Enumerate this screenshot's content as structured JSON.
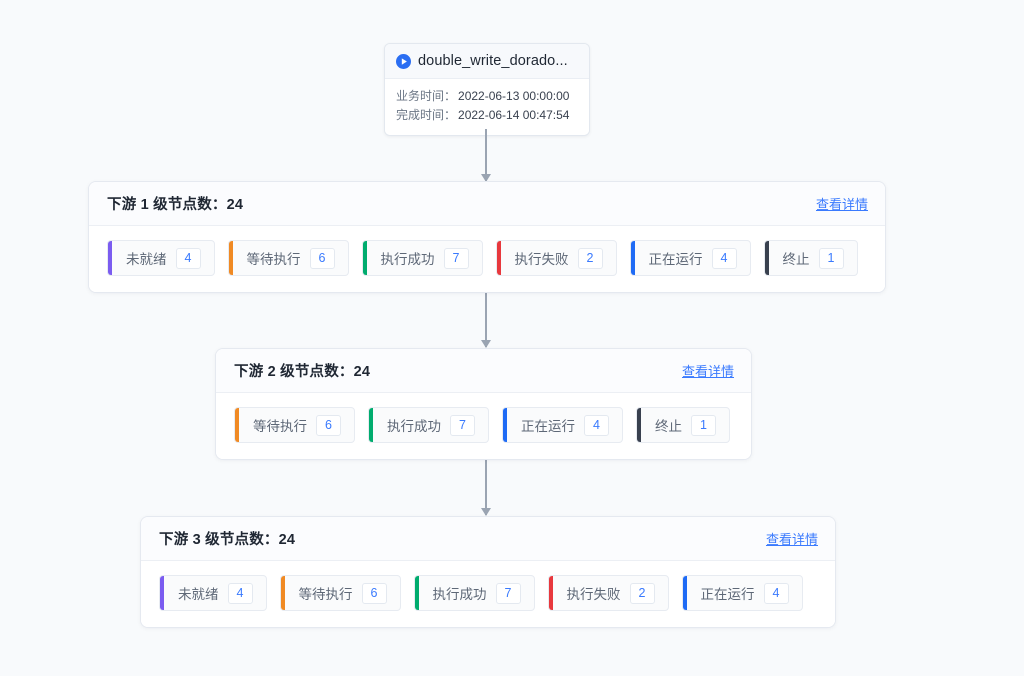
{
  "theme": {
    "page_background": "#f8fafc",
    "card_background": "#ffffff",
    "link_color": "#3a7afe",
    "count_color": "#3a7afe",
    "connector_color": "#9aa4b2"
  },
  "job_node": {
    "icon": "play-circle-icon",
    "title": "double_write_dorado...",
    "fields": [
      {
        "label": "业务时间：",
        "value": "2022-06-13 00:00:00"
      },
      {
        "label": "完成时间：",
        "value": "2022-06-14 00:47:54"
      }
    ]
  },
  "status_colors": {
    "not_ready": "#7b5cf0",
    "waiting": "#f08a24",
    "success": "#00ac6e",
    "failed": "#e8383d",
    "running": "#1f6bf5",
    "terminated": "#39414f"
  },
  "levels": [
    {
      "title": "下游 1 级节点数：24",
      "detail_link": "查看详情",
      "statuses": [
        {
          "name": "not_ready",
          "label": "未就绪",
          "count": "4",
          "color": "#7b5cf0"
        },
        {
          "name": "waiting",
          "label": "等待执行",
          "count": "6",
          "color": "#f08a24"
        },
        {
          "name": "success",
          "label": "执行成功",
          "count": "7",
          "color": "#00ac6e"
        },
        {
          "name": "failed",
          "label": "执行失败",
          "count": "2",
          "color": "#e8383d"
        },
        {
          "name": "running",
          "label": "正在运行",
          "count": "4",
          "color": "#1f6bf5"
        },
        {
          "name": "terminated",
          "label": "终止",
          "count": "1",
          "color": "#39414f"
        }
      ]
    },
    {
      "title": "下游 2 级节点数：24",
      "detail_link": "查看详情",
      "statuses": [
        {
          "name": "waiting",
          "label": "等待执行",
          "count": "6",
          "color": "#f08a24"
        },
        {
          "name": "success",
          "label": "执行成功",
          "count": "7",
          "color": "#00ac6e"
        },
        {
          "name": "running",
          "label": "正在运行",
          "count": "4",
          "color": "#1f6bf5"
        },
        {
          "name": "terminated",
          "label": "终止",
          "count": "1",
          "color": "#39414f"
        }
      ]
    },
    {
      "title": "下游 3 级节点数：24",
      "detail_link": "查看详情",
      "statuses": [
        {
          "name": "not_ready",
          "label": "未就绪",
          "count": "4",
          "color": "#7b5cf0"
        },
        {
          "name": "waiting",
          "label": "等待执行",
          "count": "6",
          "color": "#f08a24"
        },
        {
          "name": "success",
          "label": "执行成功",
          "count": "7",
          "color": "#00ac6e"
        },
        {
          "name": "failed",
          "label": "执行失败",
          "count": "2",
          "color": "#e8383d"
        },
        {
          "name": "running",
          "label": "正在运行",
          "count": "4",
          "color": "#1f6bf5"
        }
      ]
    }
  ]
}
